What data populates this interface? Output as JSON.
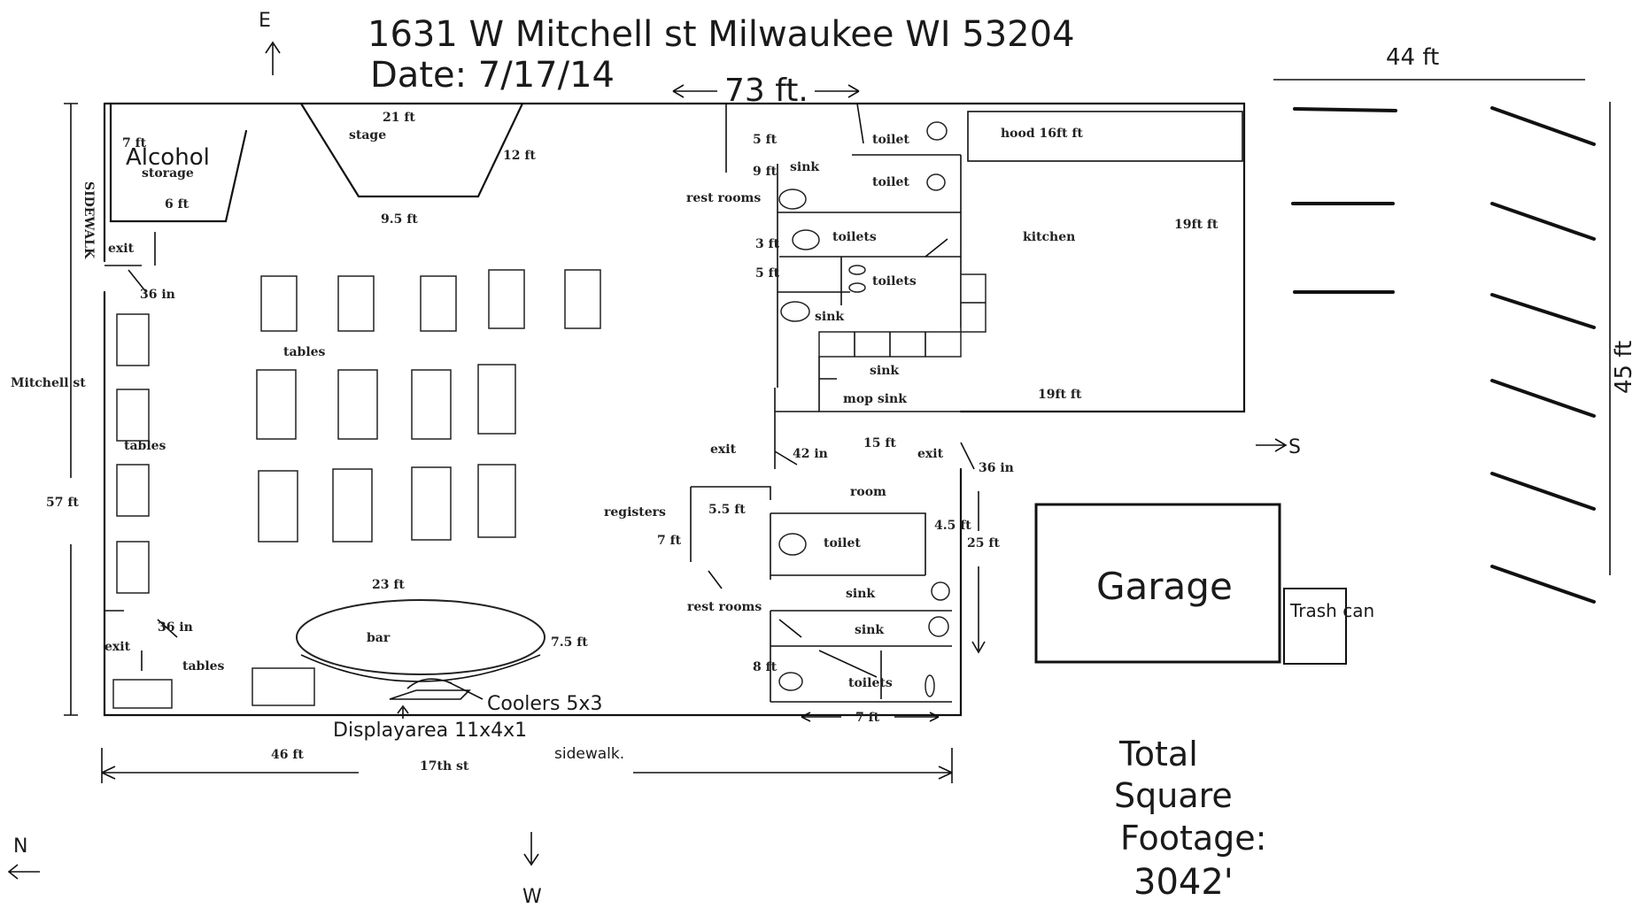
{
  "header": {
    "address": "1631 W Mitchell st Milwaukee WI 53204",
    "date": "Date: 7/17/14"
  },
  "compass": {
    "top_letter": "E",
    "bottom_left_letter": "N",
    "bottom_letter": "W",
    "right_letter": "S"
  },
  "dimensions": {
    "top_width": "73 ft.",
    "bottom_width": "46 ft",
    "left_height": "57 ft",
    "parking_width": "44 ft",
    "parking_height": "45 ft",
    "stage_top": "21 ft",
    "stage_side": "12 ft",
    "stage_bottom": "9.5 ft",
    "storage_depth": "7 ft",
    "storage_width": "6 ft",
    "exit_width_top": "36 in",
    "exit_width_bottom": "36 in",
    "restroom_top_a": "5 ft",
    "restroom_top_b": "9 ft",
    "restroom_mid_a": "3 ft",
    "restroom_mid_b": "5 ft",
    "hood": "hood 16ft ft",
    "kitchen_side": "19ft ft",
    "kitchen_bottom": "19ft ft",
    "room_42": "42 in",
    "room_15": "15 ft",
    "exit_36": "36 in",
    "registers_55": "5.5 ft",
    "registers_7": "7 ft",
    "toilet_45": "4.5 ft",
    "right_25": "25 ft",
    "bar_23": "23 ft",
    "bar_75": "7.5 ft",
    "restroom_8": "8 ft",
    "bottom_7": "7 ft"
  },
  "labels": {
    "alcohol": "Alcohol",
    "storage": "storage",
    "stage": "stage",
    "sidewalk_left": "SIDEWALK",
    "mitchell": "Mitchell st",
    "exit_1": "exit",
    "exit_2": "exit",
    "exit_3": "exit",
    "exit_4": "exit",
    "tables_1": "tables",
    "tables_2": "tables",
    "tables_3": "tables",
    "rest_rooms_top": "rest rooms",
    "rest_rooms_bottom": "rest rooms",
    "toilet_1": "toilet",
    "toilet_2": "toilet",
    "toilets_1": "toilets",
    "toilets_2": "toilets",
    "toilets_3": "toilets",
    "toilet_3": "toilet",
    "sink_1": "sink",
    "sink_2": "sink",
    "sink_3": "sink",
    "sink_4": "sink",
    "sink_5": "sink",
    "mop_sink": "mop sink",
    "kitchen": "kitchen",
    "room": "room",
    "registers": "registers",
    "bar": "bar",
    "coolers": "Coolers 5x3",
    "display_area": "Displayarea 11x4x1",
    "sidewalk_bottom": "sidewalk.",
    "street_17": "17th st",
    "garage": "Garage",
    "trash_can": "Trash can",
    "total_label_1": "Total",
    "total_label_2": "Square",
    "total_label_3": "Footage:",
    "total_value": "3042'"
  }
}
